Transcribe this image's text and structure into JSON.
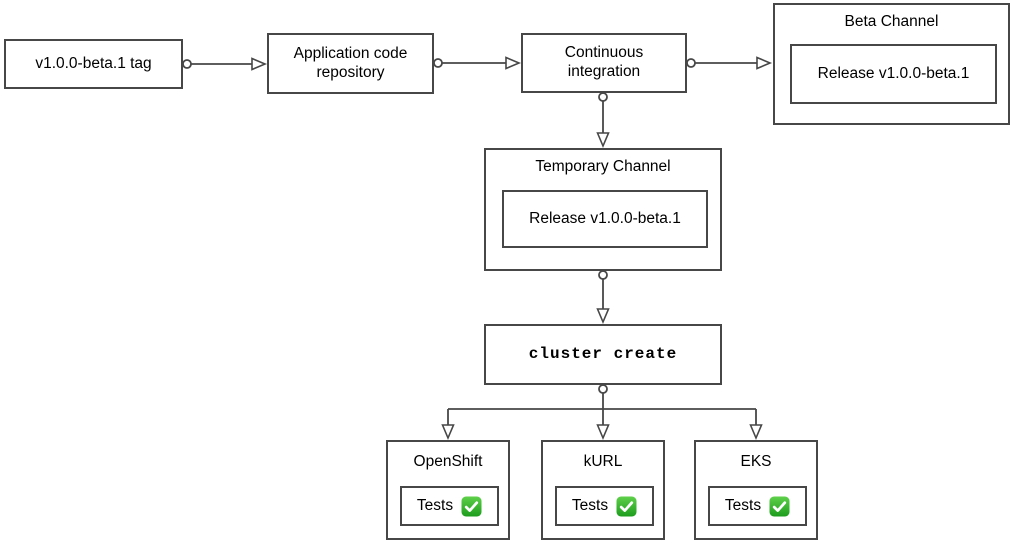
{
  "diagram": {
    "nodes": {
      "tag": {
        "label": "v1.0.0-beta.1 tag"
      },
      "repo": {
        "label": "Application code repository"
      },
      "ci": {
        "label": "Continuous integration"
      },
      "beta_channel": {
        "title": "Beta Channel",
        "release_label": "Release v1.0.0-beta.1"
      },
      "temp_channel": {
        "title": "Temporary Channel",
        "release_label": "Release v1.0.0-beta.1"
      },
      "cluster_create": {
        "label": "cluster create"
      },
      "clusters": [
        {
          "title": "OpenShift",
          "tests_label": "Tests",
          "status_icon": "check-mark-button"
        },
        {
          "title": "kURL",
          "tests_label": "Tests",
          "status_icon": "check-mark-button"
        },
        {
          "title": "EKS",
          "tests_label": "Tests",
          "status_icon": "check-mark-button"
        }
      ]
    },
    "colors": {
      "stroke": "#474747",
      "node_fill": "#ffffff",
      "text": "#000000",
      "check_green_light": "#5fd04a",
      "check_green_dark": "#1d9c1d",
      "check_mark": "#ffffff"
    }
  }
}
